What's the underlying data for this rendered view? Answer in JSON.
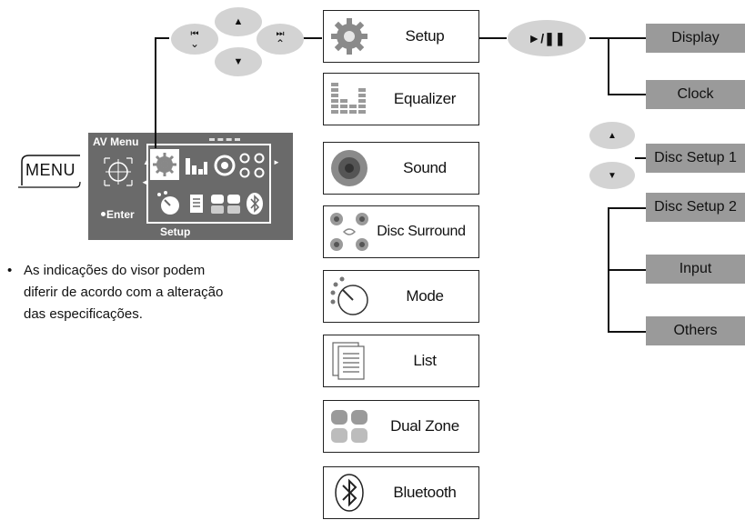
{
  "menu_button": {
    "label": "MENU"
  },
  "av_screen": {
    "title": "AV Menu",
    "enter_label": "Enter",
    "selected_label": "Setup"
  },
  "nav_buttons": {
    "prev_glyph": "⏮",
    "next_glyph": "⏭",
    "up_glyph": "▲",
    "down_glyph": "▼",
    "play_pause_glyph": "►/❚❚"
  },
  "note": {
    "bullet": "•",
    "text": "As indicações do visor podem diferir de acordo com a alteração das especificações."
  },
  "menu_items": [
    {
      "label": "Setup",
      "icon": "gear-icon"
    },
    {
      "label": "Equalizer",
      "icon": "equalizer-icon"
    },
    {
      "label": "Sound",
      "icon": "speaker-icon"
    },
    {
      "label": "Disc Surround",
      "icon": "surround-icon"
    },
    {
      "label": "Mode",
      "icon": "dial-icon"
    },
    {
      "label": "List",
      "icon": "list-icon"
    },
    {
      "label": "Dual Zone",
      "icon": "dual-zone-icon"
    },
    {
      "label": "Bluetooth",
      "icon": "bluetooth-icon"
    }
  ],
  "setup_submenu": [
    {
      "label": "Display"
    },
    {
      "label": "Clock"
    },
    {
      "label": "Disc Setup 1"
    },
    {
      "label": "Disc Setup 2"
    },
    {
      "label": "Input"
    },
    {
      "label": "Others"
    }
  ],
  "colors": {
    "gray_box": "#9a9a9a",
    "oval": "#d3d3d3",
    "screen": "#6a6a6a"
  }
}
